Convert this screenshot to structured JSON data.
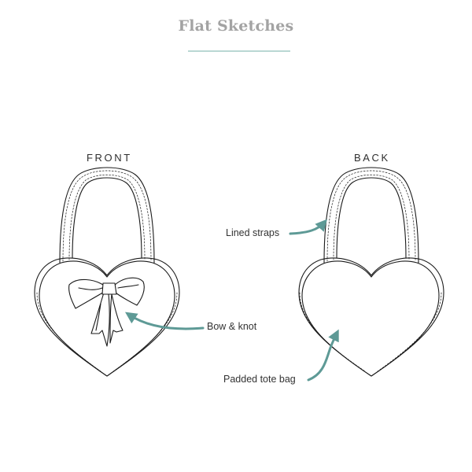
{
  "header": {
    "title": "Flat Sketches"
  },
  "views": {
    "front_label": "FRONT",
    "back_label": "BACK"
  },
  "callouts": {
    "straps": "Lined straps",
    "bow": "Bow & knot",
    "tote": "Padded tote bag"
  },
  "colors": {
    "title_text": "#a3a3a3",
    "accent_teal": "#5e9a96",
    "rule_teal": "#b9d7d3",
    "line_art": "#1a1a1a"
  }
}
